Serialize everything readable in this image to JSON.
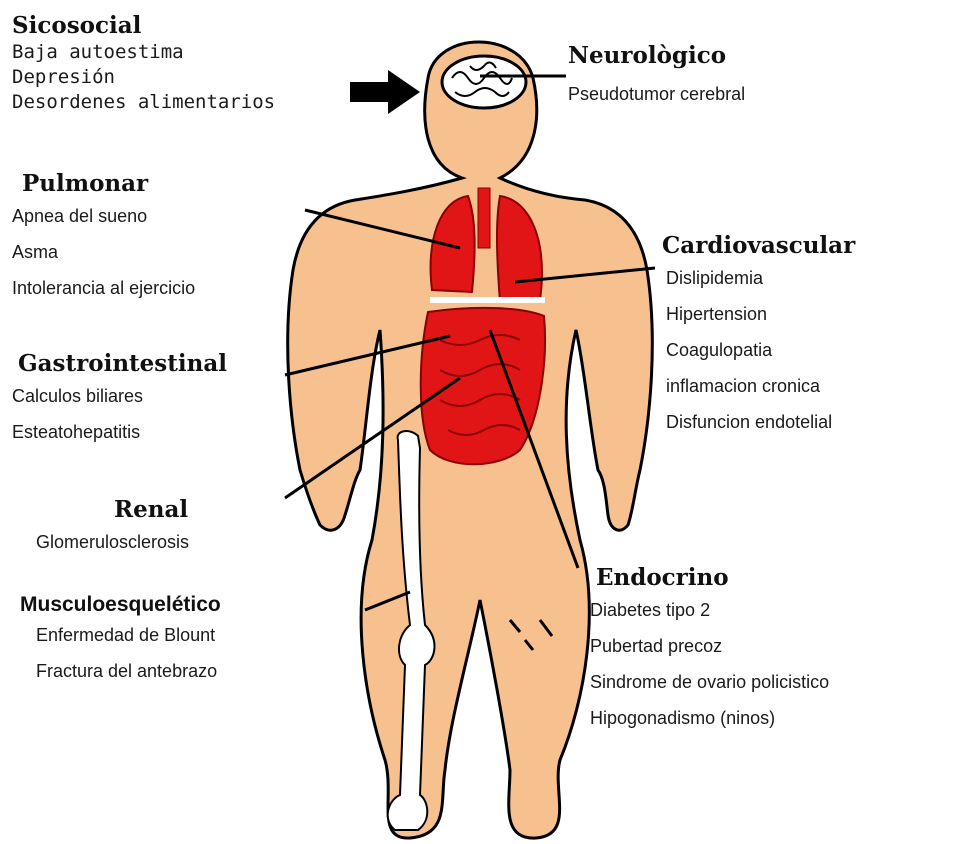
{
  "colors": {
    "skin": "#f7c08f",
    "organ": "#e11515",
    "bone": "#ffffff",
    "line": "#000000"
  },
  "groups": {
    "sicosocial": {
      "title": "Sicosocial",
      "items": [
        "Baja autoestima",
        "Depresión",
        "Desordenes alimentarios"
      ]
    },
    "neurologico": {
      "title": "Neurològico",
      "items": [
        "Pseudotumor cerebral"
      ]
    },
    "pulmonar": {
      "title": "Pulmonar",
      "items": [
        "Apnea del sueno",
        "Asma",
        "Intolerancia al ejercicio"
      ]
    },
    "cardiovascular": {
      "title": "Cardiovascular",
      "items": [
        "Dislipidemia",
        "Hipertension",
        "Coagulopatia",
        "inflamacion cronica",
        "Disfuncion endotelial"
      ]
    },
    "gastrointestinal": {
      "title": "Gastrointestinal",
      "items": [
        "Calculos biliares",
        "Esteatohepatitis"
      ]
    },
    "renal": {
      "title": "Renal",
      "items": [
        "Glomerulosclerosis"
      ]
    },
    "musculoesqueletico": {
      "title": "Musculoesquelético",
      "items": [
        "Enfermedad de Blount",
        "Fractura del antebrazo"
      ]
    },
    "endocrino": {
      "title": "Endocrino",
      "items": [
        "Diabetes tipo 2",
        "Pubertad precoz",
        "Sindrome de ovario policistico",
        "Hipogonadismo (ninos)"
      ]
    }
  }
}
